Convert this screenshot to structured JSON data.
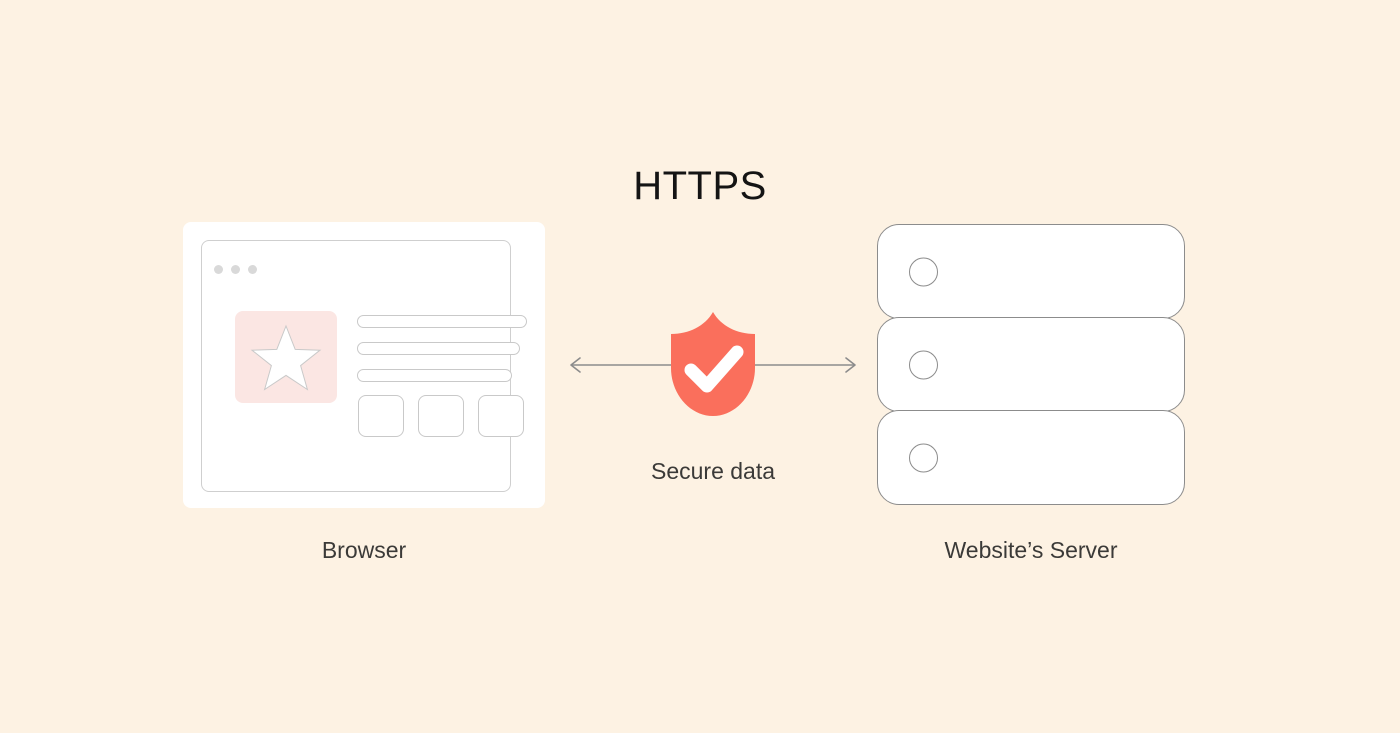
{
  "diagram": {
    "title": "HTTPS",
    "background_color": "#FDF2E3",
    "accent_color": "#FA6F5C",
    "text_color": "#3B3A38"
  },
  "browser": {
    "caption": "Browser",
    "window_dots": [
      "dot-red",
      "dot-yellow",
      "dot-green"
    ],
    "image_placeholder": {
      "icon": "star-icon",
      "fill_color": "#FBE6E3"
    },
    "text_lines": [
      {
        "width": 170
      },
      {
        "width": 163
      },
      {
        "width": 155
      }
    ],
    "card_boxes": [
      {
        "label": ""
      },
      {
        "label": ""
      },
      {
        "label": ""
      }
    ]
  },
  "channel": {
    "label": "Secure data",
    "icon": "shield-check-icon",
    "shield_color": "#FA6F5C",
    "check_color": "#FFFFFF",
    "arrow_color": "#8C8C8C",
    "direction": "bidirectional"
  },
  "server": {
    "caption": "Website’s Server",
    "units": [
      {
        "led": "status-led"
      },
      {
        "led": "status-led"
      },
      {
        "led": "status-led"
      }
    ]
  }
}
